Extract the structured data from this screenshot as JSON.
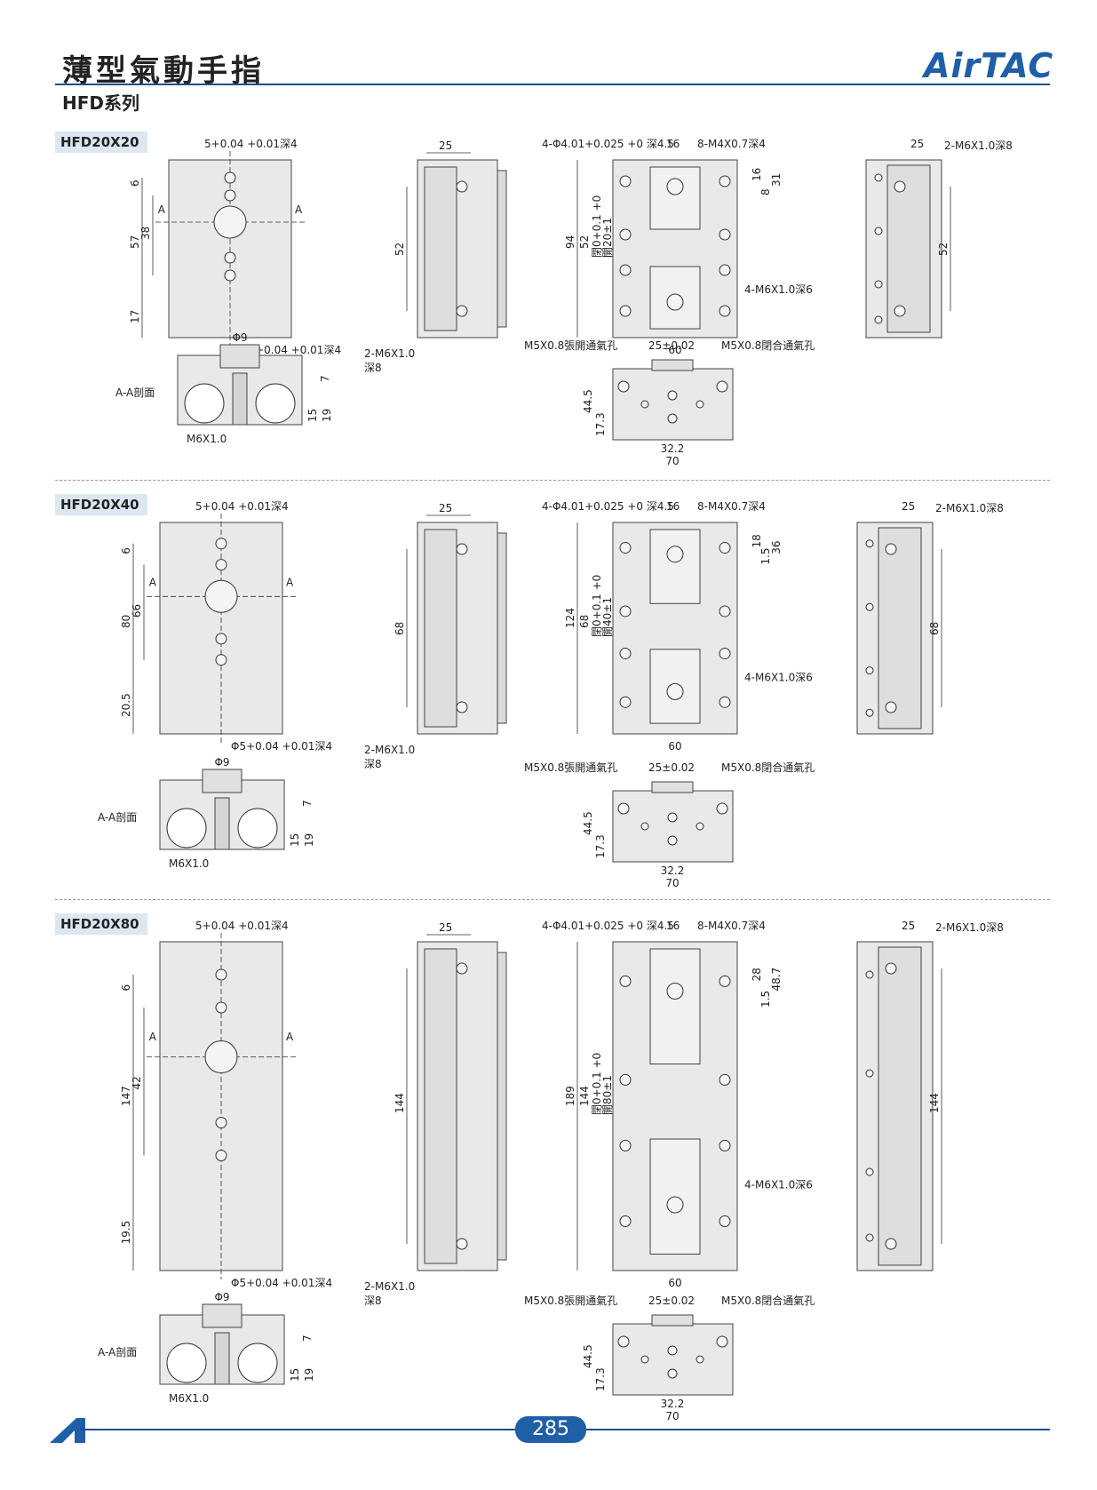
{
  "header": {
    "title": "薄型氣動手指",
    "subtitle": "HFD系列",
    "brand": "AirTAC",
    "accent_color": "#1f5fa8"
  },
  "sections": [
    {
      "model": "HFD20X20",
      "front": {
        "top_hole": "5+0.04 +0.01深4",
        "bottom_hole": "Φ5+0.04 +0.01深4",
        "dims": [
          "6",
          "38",
          "57",
          "17"
        ],
        "section_mark": "A"
      },
      "side1": {
        "width": "25",
        "height": "52",
        "thread": "2-M6X1.0",
        "depth": "深8"
      },
      "top": {
        "pin": "4-Φ4.01+0.025 +0 深4.5",
        "width_top": "16",
        "thread_top": "8-M4X0.7深4",
        "overall": "94",
        "stroke_outer": "52",
        "closed": "閉0+0.1 +0",
        "open": "開20±1",
        "d16": "16",
        "d8": "8",
        "d31": "31",
        "width": "60",
        "side_thread": "4-M6X1.0深6"
      },
      "side2": {
        "width": "25",
        "thread": "2-M6X1.0深8",
        "height": "52"
      },
      "section_aa": {
        "label": "A-A剖面",
        "phi": "Φ9",
        "thread": "M6X1.0",
        "d7": "7",
        "d15": "15",
        "d19": "19"
      },
      "bottom": {
        "open_port": "M5X0.8張開通氣孔",
        "pitch": "25±0.02",
        "close_port": "M5X0.8閉合通氣孔",
        "h1": "44.5",
        "h2": "17.3",
        "w1": "32.2",
        "w2": "70"
      }
    },
    {
      "model": "HFD20X40",
      "front": {
        "top_hole": "5+0.04 +0.01深4",
        "bottom_hole": "Φ5+0.04 +0.01深4",
        "dims": [
          "6",
          "66",
          "80",
          "20.5"
        ],
        "section_mark": "A"
      },
      "side1": {
        "width": "25",
        "height": "68",
        "thread": "2-M6X1.0",
        "depth": "深8"
      },
      "top": {
        "pin": "4-Φ4.01+0.025 +0 深4.5",
        "width_top": "16",
        "thread_top": "8-M4X0.7深4",
        "overall": "124",
        "stroke_outer": "68",
        "closed": "閉0+0.1 +0",
        "open": "開40±1",
        "d16": "18",
        "d8": "1.5",
        "d31": "36",
        "width": "60",
        "side_thread": "4-M6X1.0深6"
      },
      "side2": {
        "width": "25",
        "thread": "2-M6X1.0深8",
        "height": "68"
      },
      "section_aa": {
        "label": "A-A剖面",
        "phi": "Φ9",
        "thread": "M6X1.0",
        "d7": "7",
        "d15": "15",
        "d19": "19"
      },
      "bottom": {
        "open_port": "M5X0.8張開通氣孔",
        "pitch": "25±0.02",
        "close_port": "M5X0.8閉合通氣孔",
        "h1": "44.5",
        "h2": "17.3",
        "w1": "32.2",
        "w2": "70"
      }
    },
    {
      "model": "HFD20X80",
      "front": {
        "top_hole": "5+0.04 +0.01深4",
        "bottom_hole": "Φ5+0.04 +0.01深4",
        "dims": [
          "6",
          "42",
          "147",
          "19.5"
        ],
        "section_mark": "A"
      },
      "side1": {
        "width": "25",
        "height": "144",
        "thread": "2-M6X1.0",
        "depth": "深8"
      },
      "top": {
        "pin": "4-Φ4.01+0.025 +0 深4.5",
        "width_top": "16",
        "thread_top": "8-M4X0.7深4",
        "overall": "189",
        "stroke_outer": "144",
        "closed": "閉0+0.1 +0",
        "open": "開80±1",
        "d16": "28",
        "d8": "1.5",
        "d31": "48.7",
        "width": "60",
        "side_thread": "4-M6X1.0深6"
      },
      "side2": {
        "width": "25",
        "thread": "2-M6X1.0深8",
        "height": "144"
      },
      "section_aa": {
        "label": "A-A剖面",
        "phi": "Φ9",
        "thread": "M6X1.0",
        "d7": "7",
        "d15": "15",
        "d19": "19"
      },
      "bottom": {
        "open_port": "M5X0.8張開通氣孔",
        "pitch": "25±0.02",
        "close_port": "M5X0.8閉合通氣孔",
        "h1": "44.5",
        "h2": "17.3",
        "w1": "32.2",
        "w2": "70"
      }
    }
  ],
  "footer": {
    "page": "285"
  }
}
